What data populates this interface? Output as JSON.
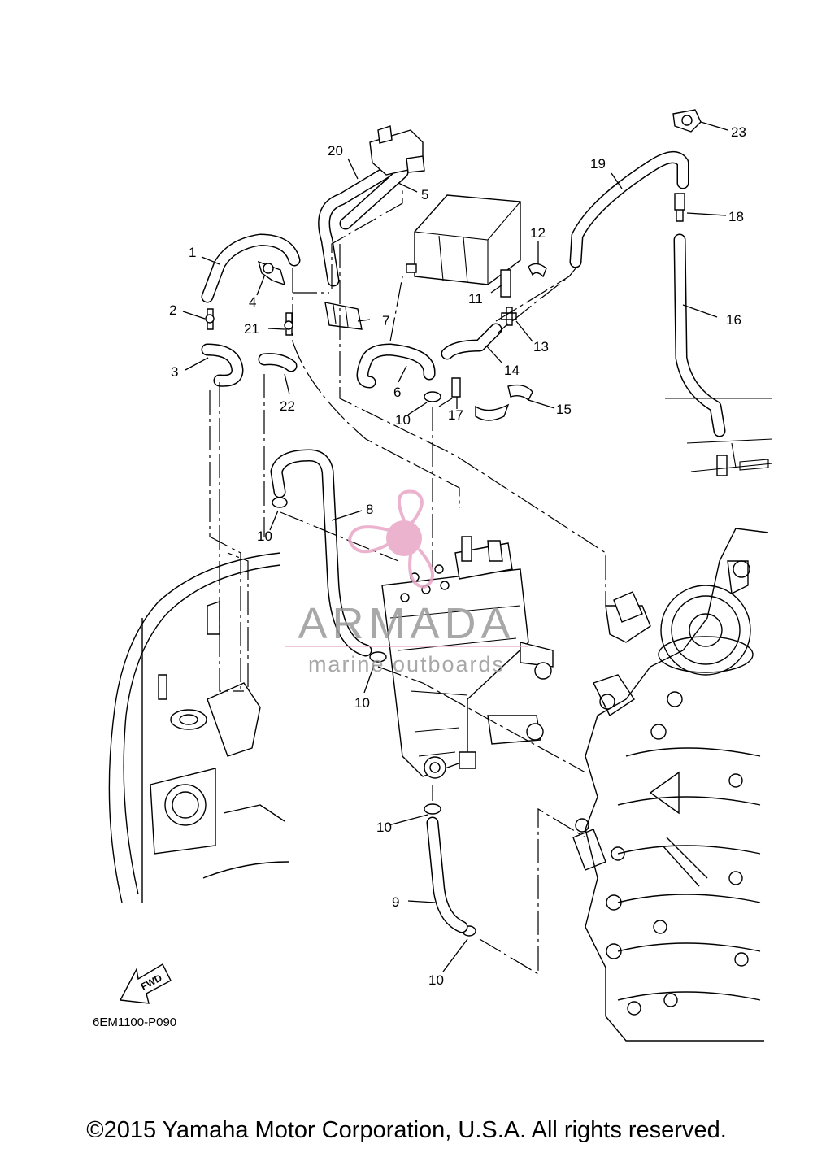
{
  "diagram": {
    "code": "6EM1100-P090",
    "fwd_label": "FWD",
    "callouts": [
      "1",
      "2",
      "3",
      "4",
      "5",
      "6",
      "7",
      "8",
      "9",
      "10",
      "11",
      "12",
      "13",
      "14",
      "15",
      "16",
      "17",
      "18",
      "19",
      "20",
      "21",
      "22",
      "23"
    ],
    "repeat_callout": "10"
  },
  "watermark": {
    "brand": "ARMADA",
    "tagline": "marine outboards",
    "color": "#e8a6c6"
  },
  "footer": {
    "copyright": "©2015 Yamaha Motor Corporation, U.S.A. All rights reserved."
  }
}
